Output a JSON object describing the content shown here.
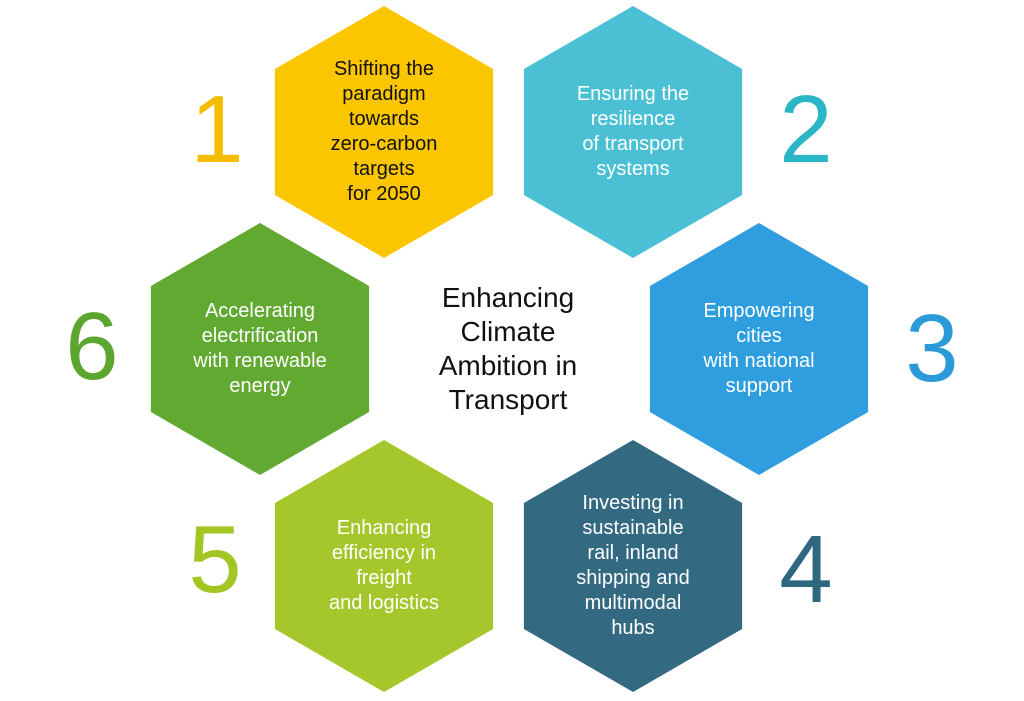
{
  "center_title": "Enhancing\nClimate\nAmbition in\nTransport",
  "hexagons": [
    {
      "number": "1",
      "label": "Shifting the\nparadigm\ntowards\nzero-carbon\ntargets\nfor 2050",
      "color": "#fbc600",
      "number_color": "#f5bd00",
      "text_color": "#111111"
    },
    {
      "number": "2",
      "label": "Ensuring the\nresilience\nof transport\nsystems",
      "color": "#4bbfd3",
      "number_color": "#2ab6c6",
      "text_color": "#ffffff"
    },
    {
      "number": "3",
      "label": "Empowering\ncities\nwith national\nsupport",
      "color": "#2f9ede",
      "number_color": "#2b9ad8",
      "text_color": "#ffffff"
    },
    {
      "number": "4",
      "label": "Investing in\nsustainable\nrail, inland\nshipping and\nmultimodal\nhubs",
      "color": "#336a82",
      "number_color": "#2f6680",
      "text_color": "#ffffff"
    },
    {
      "number": "5",
      "label": "Enhancing\nefficiency in\nfreight\nand logistics",
      "color": "#a6c72b",
      "number_color": "#a3c624",
      "text_color": "#ffffff"
    },
    {
      "number": "6",
      "label": "Accelerating\nelectrification\nwith renewable\nenergy",
      "color": "#62a932",
      "number_color": "#5ba62e",
      "text_color": "#ffffff"
    }
  ]
}
